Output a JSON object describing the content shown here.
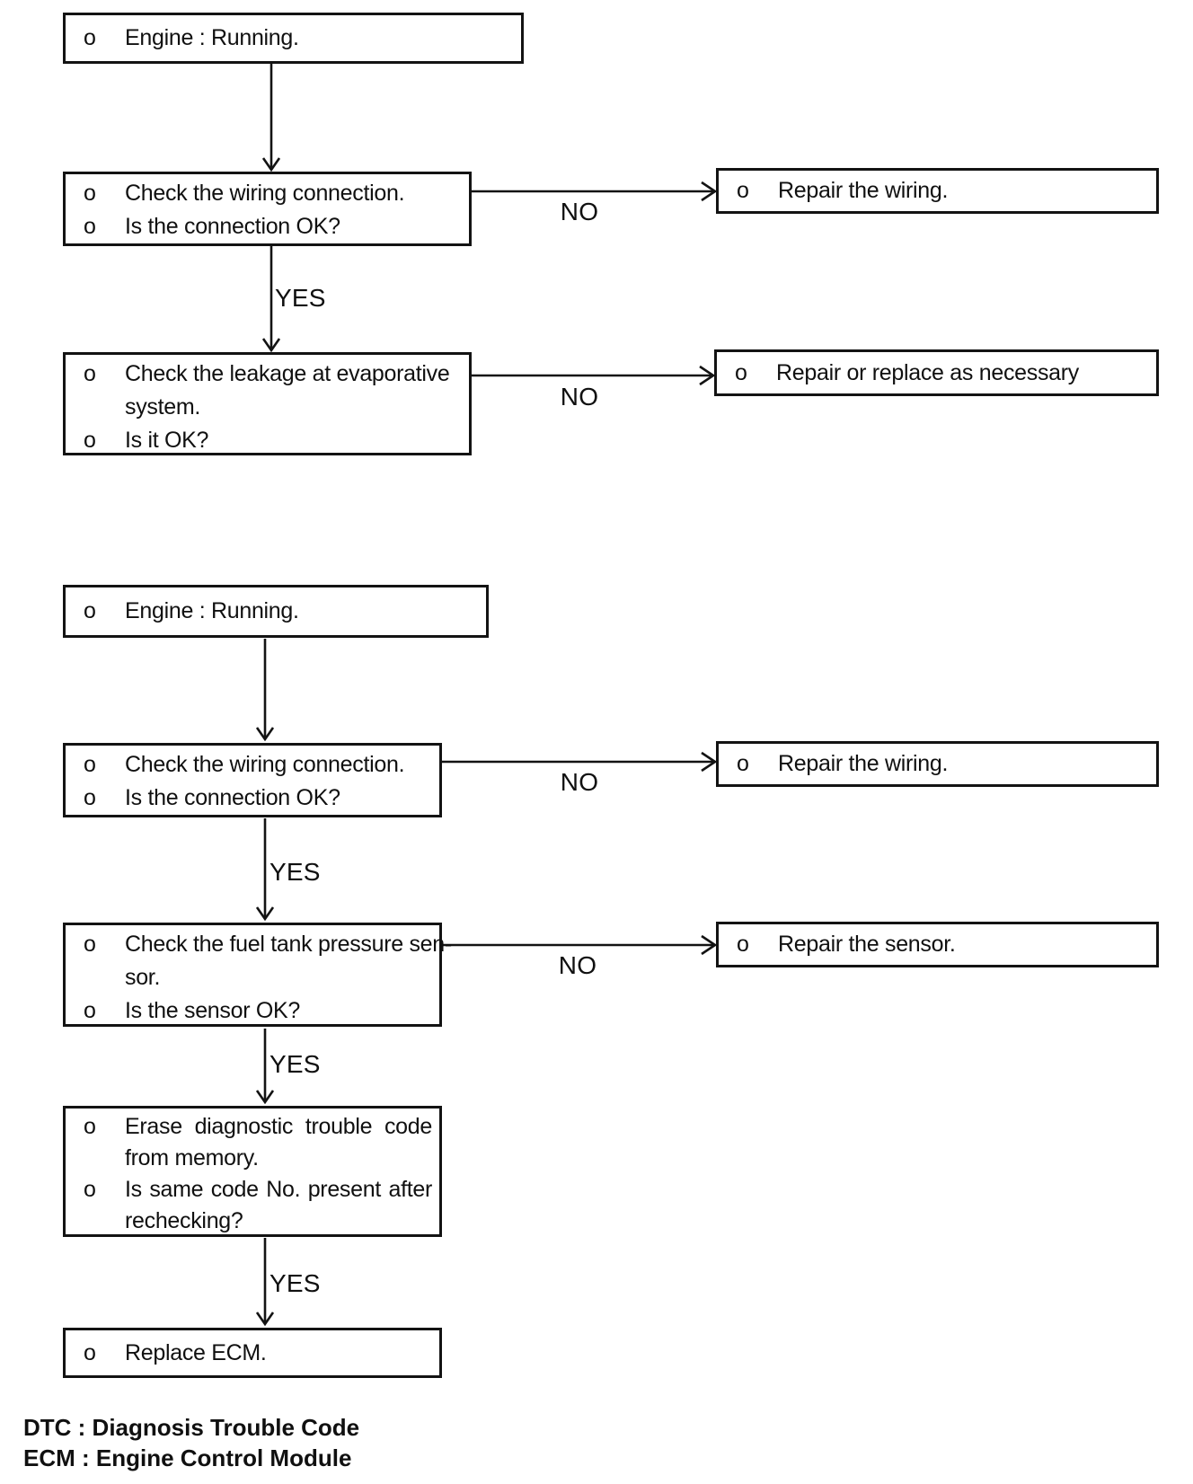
{
  "boxes": {
    "c1_engine": {
      "items": [
        {
          "bullet": "o",
          "lines": [
            "Engine : Running."
          ]
        }
      ]
    },
    "c1_wiring": {
      "items": [
        {
          "bullet": "o",
          "lines": [
            "Check the wiring connection."
          ]
        },
        {
          "bullet": "o",
          "lines": [
            "Is the connection OK?"
          ]
        }
      ]
    },
    "c1_repair_wiring": {
      "items": [
        {
          "bullet": "o",
          "lines": [
            "Repair the wiring."
          ]
        }
      ]
    },
    "c1_evap": {
      "items": [
        {
          "bullet": "o",
          "lines": [
            "Check the leakage at evaporative",
            "system."
          ]
        },
        {
          "bullet": "o",
          "lines": [
            "Is it OK?"
          ]
        }
      ]
    },
    "c1_repair_replace": {
      "items": [
        {
          "bullet": "o",
          "lines": [
            "Repair or replace as necessary"
          ]
        }
      ]
    },
    "c2_engine": {
      "items": [
        {
          "bullet": "o",
          "lines": [
            "Engine : Running."
          ]
        }
      ]
    },
    "c2_wiring": {
      "items": [
        {
          "bullet": "o",
          "lines": [
            "Check the wiring connection."
          ]
        },
        {
          "bullet": "o",
          "lines": [
            "Is the connection OK?"
          ]
        }
      ]
    },
    "c2_repair_wiring": {
      "items": [
        {
          "bullet": "o",
          "lines": [
            "Repair the wiring."
          ]
        }
      ]
    },
    "c2_fuel": {
      "items": [
        {
          "bullet": "o",
          "lines": [
            "Check the fuel tank pressure sen-",
            "sor."
          ]
        },
        {
          "bullet": "o",
          "lines": [
            "Is the sensor OK?"
          ]
        }
      ]
    },
    "c2_repair_sensor": {
      "items": [
        {
          "bullet": "o",
          "lines": [
            "Repair the sensor."
          ]
        }
      ]
    },
    "c2_erase": {
      "items": [
        {
          "bullet": "o",
          "lines": [
            "Erase diagnostic trouble code",
            "from memory."
          ]
        },
        {
          "bullet": "o",
          "lines": [
            "Is same code No. present after",
            "rechecking?"
          ]
        }
      ]
    },
    "c2_ecm": {
      "items": [
        {
          "bullet": "o",
          "lines": [
            "Replace ECM."
          ]
        }
      ]
    }
  },
  "labels": {
    "no1": "NO",
    "no2": "NO",
    "no3": "NO",
    "no4": "NO",
    "yes1": "YES",
    "yes2": "YES",
    "yes3": "YES",
    "yes4": "YES"
  },
  "footer": {
    "line1": "DTC : Diagnosis Trouble Code",
    "line2": "ECM : Engine Control Module"
  }
}
